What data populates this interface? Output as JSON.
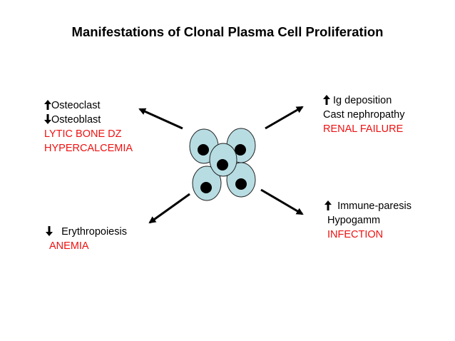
{
  "title": "Manifestations of Clonal Plasma Cell Proliferation",
  "colors": {
    "cell_fill": "#b7dde3",
    "cell_stroke": "#222222",
    "nucleus": "#000000",
    "text": "#000000",
    "consequence": "#ee1111"
  },
  "icons": {
    "increase": "up-arrow-icon",
    "decrease": "down-arrow-icon"
  },
  "bone": {
    "increase_item": "Osteoclast",
    "decrease_item": "Osteoblast",
    "consequence_1": "LYTIC BONE DZ",
    "consequence_2": "HYPERCALCEMIA"
  },
  "kidney": {
    "increase_item": "Ig deposition",
    "item_2": "Cast nephropathy",
    "consequence": "RENAL FAILURE"
  },
  "marrow": {
    "decrease_item": "Erythropoiesis",
    "consequence": "ANEMIA"
  },
  "immune": {
    "increase_item": "Immune-paresis",
    "item_2": "Hypogamm",
    "consequence": "INFECTION"
  }
}
